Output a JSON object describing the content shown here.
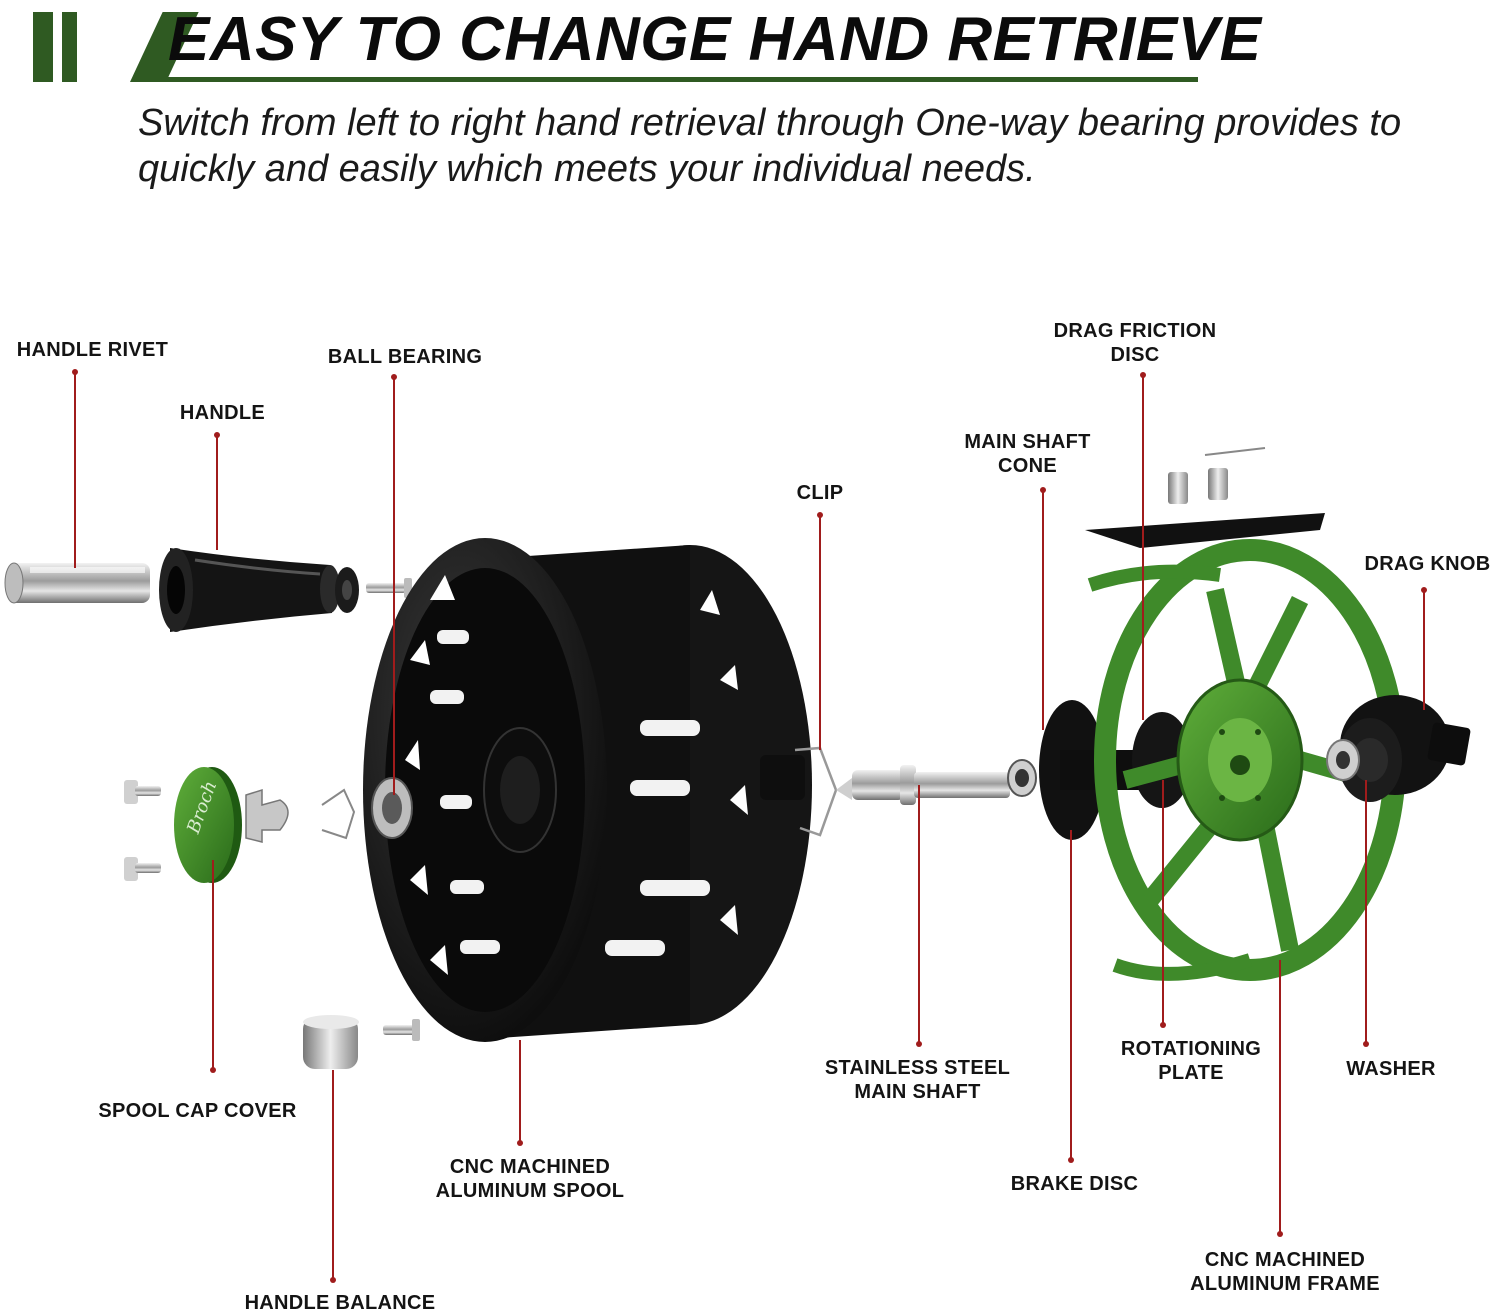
{
  "header": {
    "title": "EASY TO CHANGE HAND RETRIEVE",
    "subtitle": "Switch from left to right hand retrieval through One-way bearing provides to quickly and easily which meets your individual needs.",
    "accent_color": "#2f5a22"
  },
  "diagram": {
    "leader_color": "#a01c1c",
    "frame_color": "#3f8a2a",
    "labels": {
      "handle_rivet": "HANDLE RIVET",
      "ball_bearing": "BALL BEARING",
      "handle": "HANDLE",
      "clip": "CLIP",
      "drag_friction_disc": "DRAG FRICTION\nDISC",
      "main_shaft_cone": "MAIN SHAFT\nCONE",
      "drag_knob": "DRAG KNOB",
      "spool_cap_cover": "SPOOL CAP COVER",
      "cnc_spool": "CNC MACHINED\nALUMINUM SPOOL",
      "handle_balance": "HANDLE BALANCE",
      "stainless_shaft": "STAINLESS STEEL\nMAIN SHAFT",
      "rotationing_plate": "ROTATIONING\nPLATE",
      "washer": "WASHER",
      "brake_disc": "BRAKE DISC",
      "cnc_frame": "CNC MACHINED\nALUMINUM FRAME"
    },
    "engraving": "Broch"
  }
}
